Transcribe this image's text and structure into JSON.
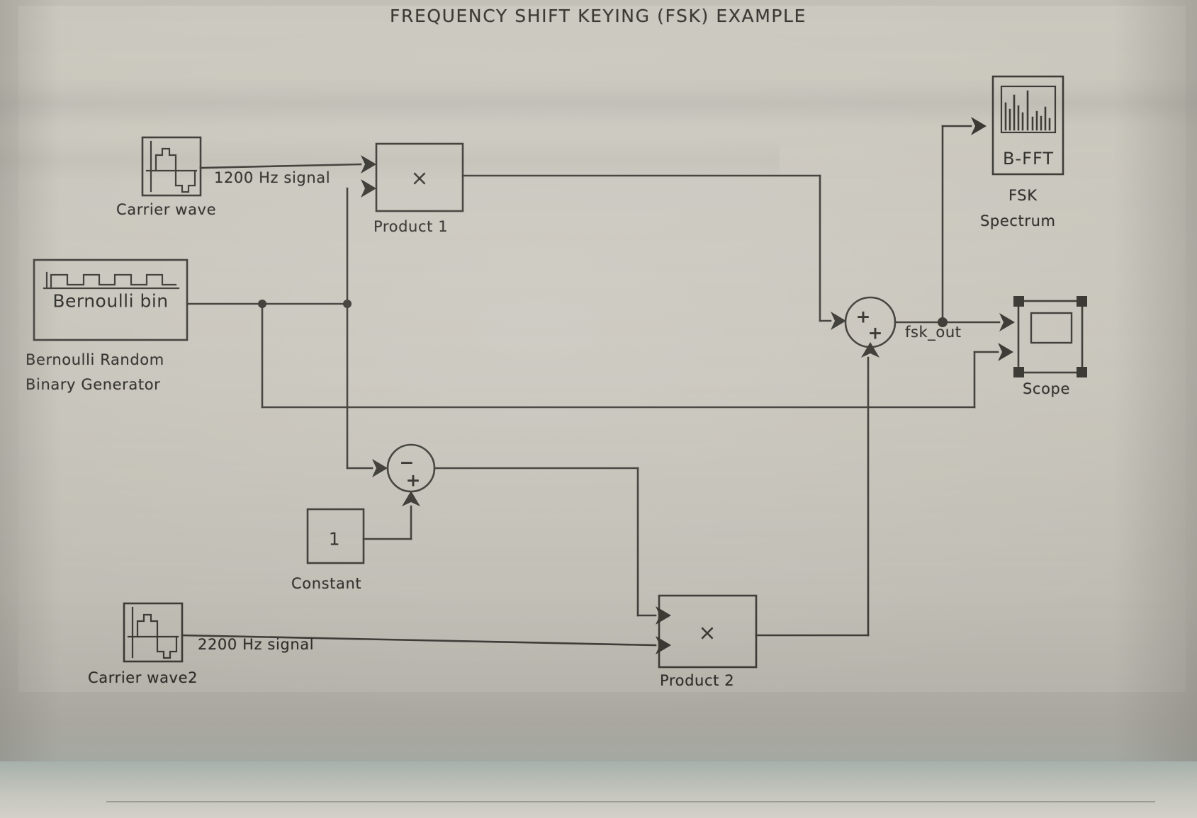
{
  "title": "FREQUENCY SHIFT KEYING (FSK) EXAMPLE",
  "diagram": {
    "type": "simulink-block-diagram",
    "blocks": [
      {
        "id": "carrier_wave",
        "label": "Carrier wave",
        "icon": "sine-wave-icon",
        "inner_text": ""
      },
      {
        "id": "carrier_wave2",
        "label": "Carrier wave2",
        "icon": "sine-wave-icon",
        "inner_text": ""
      },
      {
        "id": "bernoulli",
        "label": "Bernoulli Random\nBinary Generator",
        "icon": "square-wave-icon",
        "inner_text": "Bernoulli bin"
      },
      {
        "id": "product1",
        "label": "Product 1",
        "icon": "multiply-icon",
        "inner_text": "×"
      },
      {
        "id": "product2",
        "label": "Product 2",
        "icon": "multiply-icon",
        "inner_text": "×"
      },
      {
        "id": "constant",
        "label": "Constant",
        "icon": "",
        "inner_text": "1"
      },
      {
        "id": "sum_lower",
        "label": "",
        "icon": "sum-circle-icon",
        "inner_text": "",
        "signs": [
          "−",
          "+"
        ]
      },
      {
        "id": "sum_main",
        "label": "",
        "icon": "sum-circle-icon",
        "inner_text": "",
        "signs": [
          "+",
          "+"
        ]
      },
      {
        "id": "fsk_spectrum",
        "label": "FSK\nSpectrum",
        "icon": "fft-bars-icon",
        "inner_text": "B-FFT"
      },
      {
        "id": "scope",
        "label": "Scope",
        "icon": "scope-icon",
        "inner_text": "",
        "selected": true
      }
    ],
    "signal_labels": [
      {
        "id": "sig_1200",
        "text": "1200 Hz signal"
      },
      {
        "id": "sig_2200",
        "text": "2200 Hz signal"
      },
      {
        "id": "sig_fskout",
        "text": "fsk_out"
      }
    ],
    "block_labels": {
      "carrier_wave": "Carrier wave",
      "carrier_wave2": "Carrier wave2",
      "bernoulli_line1": "Bernoulli Random",
      "bernoulli_line2": "Binary Generator",
      "bernoulli_inner": "Bernoulli bin",
      "product1": "Product 1",
      "product2": "Product 2",
      "constant": "Constant",
      "constant_value": "1",
      "fft_inner": "B-FFT",
      "fsk_line1": "FSK",
      "fsk_line2": "Spectrum",
      "scope": "Scope",
      "multiply_symbol": "×",
      "plus_symbol": "+",
      "minus_symbol": "−"
    }
  },
  "colors": {
    "ink": "#2b2a26",
    "paper": "#c2bfb6",
    "line": "#3a3832"
  }
}
